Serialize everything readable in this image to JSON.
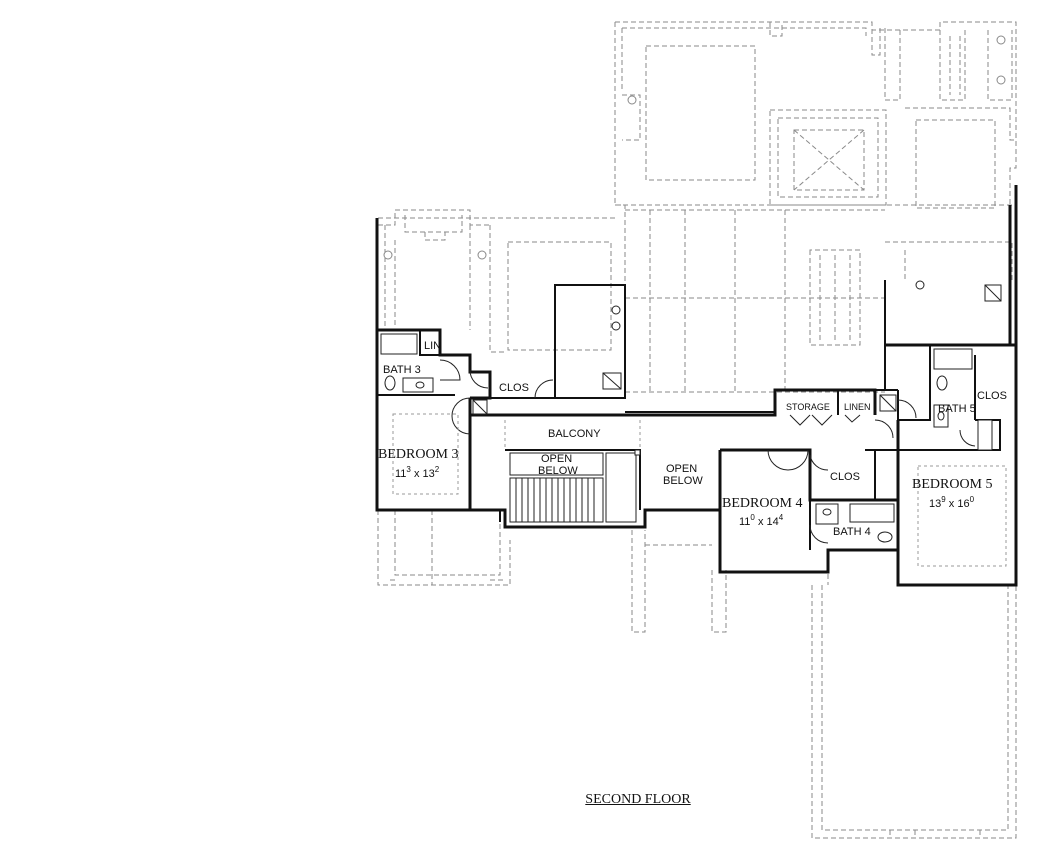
{
  "plan_title": "SECOND FLOOR",
  "labels": {
    "lin": "LIN",
    "bath3": "BATH 3",
    "clos_left": "CLOS",
    "balcony": "BALCONY",
    "open_below_1_l1": "OPEN",
    "open_below_1_l2": "BELOW",
    "open_below_2_l1": "OPEN",
    "open_below_2_l2": "BELOW",
    "storage": "STORAGE",
    "linen": "LINEN",
    "bath5": "BATH 5",
    "clos_right": "CLOS",
    "clos_mid": "CLOS",
    "bath4": "BATH 4"
  },
  "rooms": {
    "bedroom3": {
      "name": "BEDROOM 3",
      "w_ft": "11",
      "w_in": "3",
      "x": "x",
      "d_ft": "13",
      "d_in": "2"
    },
    "bedroom4": {
      "name": "BEDROOM 4",
      "w_ft": "11",
      "w_in": "0",
      "x": "x",
      "d_ft": "14",
      "d_in": "4"
    },
    "bedroom5": {
      "name": "BEDROOM 5",
      "w_ft": "13",
      "w_in": "9",
      "x": "x",
      "d_ft": "16",
      "d_in": "0"
    }
  }
}
